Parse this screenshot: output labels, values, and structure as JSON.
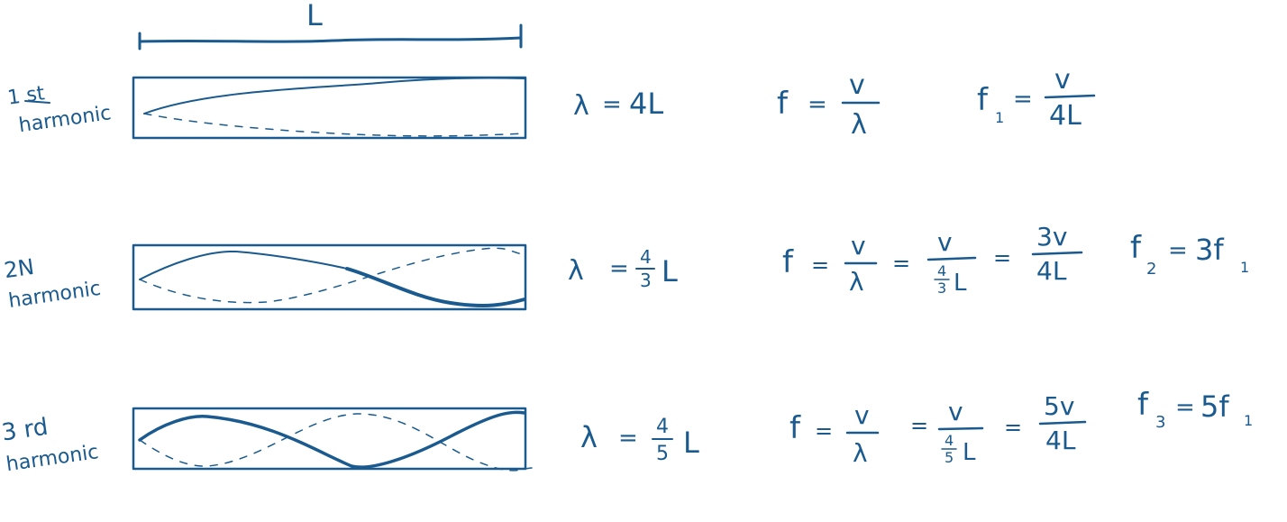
{
  "ink_color": "#1a5a8e",
  "length_label": "L",
  "rows": [
    {
      "label_line1": "1 st",
      "label_line2": "harmonic",
      "wavelength": {
        "lhs": "λ",
        "eq": "=",
        "value": "4L"
      },
      "freq": {
        "lhs": "f",
        "eq": "=",
        "num": "v",
        "den": "λ"
      },
      "fn": {
        "lhs": "f",
        "sub": "1",
        "eq": "=",
        "num": "v",
        "den": "4L"
      }
    },
    {
      "label_line1": "2N",
      "label_line2": "harmonic",
      "wavelength": {
        "lhs": "λ",
        "eq": "=",
        "frac_num": "4",
        "frac_den": "3",
        "tail": "L"
      },
      "freq": {
        "lhs": "f",
        "eq": "=",
        "num": "v",
        "den": "λ",
        "eq2": "=",
        "num2": "v",
        "den2_num": "4",
        "den2_den": "3",
        "den2_tail": "L",
        "eq3": "=",
        "num3": "3v",
        "den3": "4L"
      },
      "fn": {
        "lhs": "f",
        "sub": "2",
        "eq": "=",
        "rhs": "3f",
        "rhs_sub": "1"
      }
    },
    {
      "label_line1": "3 rd",
      "label_line2": "harmonic",
      "wavelength": {
        "lhs": "λ",
        "eq": "=",
        "frac_num": "4",
        "frac_den": "5",
        "tail": "L"
      },
      "freq": {
        "lhs": "f",
        "eq": "=",
        "num": "v",
        "den": "λ",
        "eq2": "=",
        "num2": "v",
        "den2_num": "4",
        "den2_den": "5",
        "den2_tail": "L",
        "eq3": "=",
        "num3": "5v",
        "den3": "4L"
      },
      "fn": {
        "lhs": "f",
        "sub": "3",
        "eq": "=",
        "rhs": "5f",
        "rhs_sub": "1"
      }
    }
  ]
}
